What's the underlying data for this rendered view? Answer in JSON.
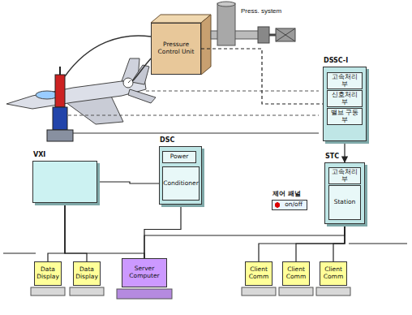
{
  "diagram": {
    "nodes": [
      {
        "text": [
          "Pressure Control Unit"
        ]
      },
      {
        "text": [
          "DSSC-I"
        ]
      },
      {
        "text": [
          "고속처리부"
        ],
        "in": 1
      },
      {
        "text": [
          "신호처리부"
        ],
        "in": 1
      },
      {
        "text": [
          "밸브 구동부"
        ],
        "in": 1
      },
      {
        "text": [
          "DSC"
        ]
      },
      {
        "text": [
          "Power"
        ],
        "in": 5
      },
      {
        "text": [
          "Conditioner"
        ],
        "in": 5
      },
      {
        "text": [
          "VXI"
        ]
      },
      {
        "text": [
          "STC"
        ]
      },
      {
        "text": [
          "고속처리부"
        ],
        "in": 9
      },
      {
        "text": [
          "Station"
        ],
        "in": 9
      },
      {
        "text": [
          "제어 패널",
          "on/off"
        ]
      },
      {
        "text": [
          "Data Display"
        ]
      },
      {
        "text": [
          "Data Display"
        ]
      },
      {
        "text": [
          "Server Computer"
        ]
      },
      {
        "text": [
          "Client Comm"
        ]
      },
      {
        "text": [
          "Client Comm"
        ]
      },
      {
        "text": [
          "Client Comm"
        ]
      }
    ],
    "edges": [
      {
        "from": 0,
        "to": 1,
        "arrow": "none"
      },
      {
        "from": 1,
        "to": 9,
        "arrow": "to"
      },
      {
        "from": 7,
        "to": 15,
        "arrow": "none"
      },
      {
        "from": 7,
        "to": 8,
        "arrow": "none"
      },
      {
        "from": 8,
        "to": 13,
        "arrow": "none"
      },
      {
        "from": 8,
        "to": 14,
        "arrow": "none"
      },
      {
        "from": 8,
        "to": 15,
        "arrow": "none"
      },
      {
        "from": 9,
        "to": 16,
        "arrow": "none"
      },
      {
        "from": 9,
        "to": 17,
        "arrow": "none"
      },
      {
        "from": 9,
        "to": 18,
        "arrow": "none"
      },
      {
        "from": 15,
        "to": 9,
        "arrow": "none"
      }
    ],
    "labels": [
      "Press. system"
    ]
  }
}
